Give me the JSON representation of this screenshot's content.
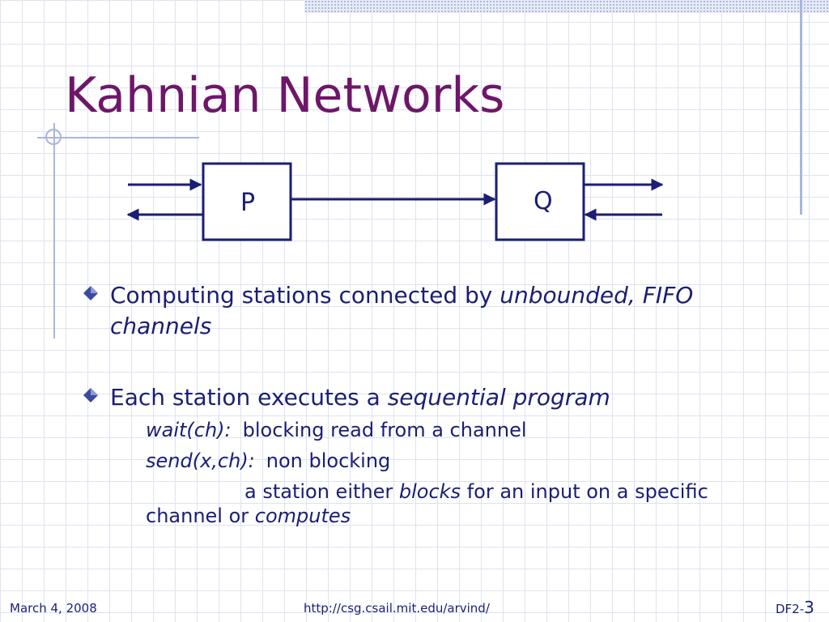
{
  "slide": {
    "title": "Kahnian Networks"
  },
  "diagram": {
    "box_p_label": "P",
    "box_q_label": "Q"
  },
  "bullets": [
    {
      "text": "Computing stations connected by ",
      "emphasis": "unbounded, FIFO channels"
    },
    {
      "text": "Each station executes a ",
      "emphasis": "sequential program"
    }
  ],
  "subitems": {
    "wait_term": "wait(ch):",
    "wait_desc": "blocking read from a channel",
    "send_term": "send(x,ch):",
    "send_desc": "non blocking",
    "note_part1": "a station either ",
    "note_em1": "blocks",
    "note_part2": " for an input on a specific channel or ",
    "note_em2": "computes"
  },
  "footer": {
    "date": "March 4, 2008",
    "url": "http://csg.csail.mit.edu/arvind/",
    "slide_prefix": "DF2-",
    "slide_number": "3"
  },
  "colors": {
    "title": "#6e1669",
    "text": "#1a1e74",
    "accent": "#a9b6dc",
    "bullet": "#3b4aa0"
  }
}
